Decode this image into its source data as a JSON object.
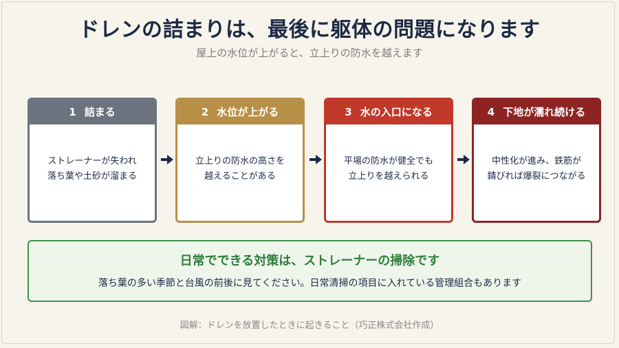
{
  "title": "ドレンの詰まりは、最後に躯体の問題になります",
  "subtitle": "屋上の水位が上がると、立上りの防水を越えます",
  "steps": [
    {
      "num": "1",
      "label": "詰まる",
      "line1": "ストレーナーが失われ",
      "line2": "落ち葉や土砂が溜まる",
      "color": "#6c737f"
    },
    {
      "num": "2",
      "label": "水位が上がる",
      "line1": "立上りの防水の高さを",
      "line2": "越えることがある",
      "color": "#b88f47"
    },
    {
      "num": "3",
      "label": "水の入口になる",
      "line1": "平場の防水が健全でも",
      "line2": "立上りを越えられる",
      "color": "#c0392b"
    },
    {
      "num": "4",
      "label": "下地が濡れ続ける",
      "line1": "中性化が進み、鉄筋が",
      "line2": "錆びれば爆裂につながる",
      "color": "#8e2323"
    }
  ],
  "arrow_icon": "arrow-right-icon",
  "tip": {
    "title": "日常でできる対策は、ストレーナーの掃除です",
    "text": "落ち葉の多い季節と台風の前後に見てください。日常清掃の項目に入れている管理組合もあります",
    "color": "#2f7d3a"
  },
  "caption": "図解：ドレンを放置したときに起きること（巧正株式会社作成）"
}
